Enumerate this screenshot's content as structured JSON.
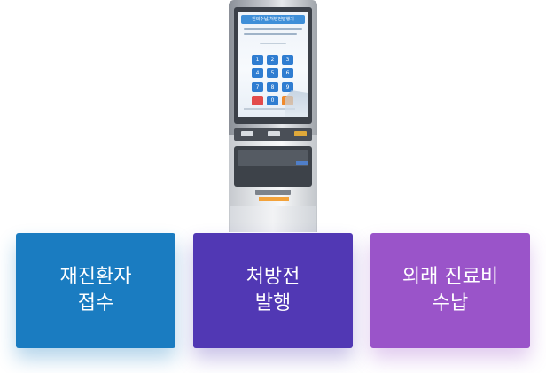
{
  "kiosk": {
    "screen_title": "원외수납/처방전발행기",
    "keypad": [
      "1",
      "2",
      "3",
      "4",
      "5",
      "6",
      "7",
      "8",
      "9",
      "",
      "0",
      ""
    ]
  },
  "cards": [
    {
      "line1": "재진환자",
      "line2": "접수",
      "color": "#1a7cc1"
    },
    {
      "line1": "처방전",
      "line2": "발행",
      "color": "#5138b4"
    },
    {
      "line1": "외래 진료비",
      "line2": "수납",
      "color": "#9a54c9"
    }
  ]
}
